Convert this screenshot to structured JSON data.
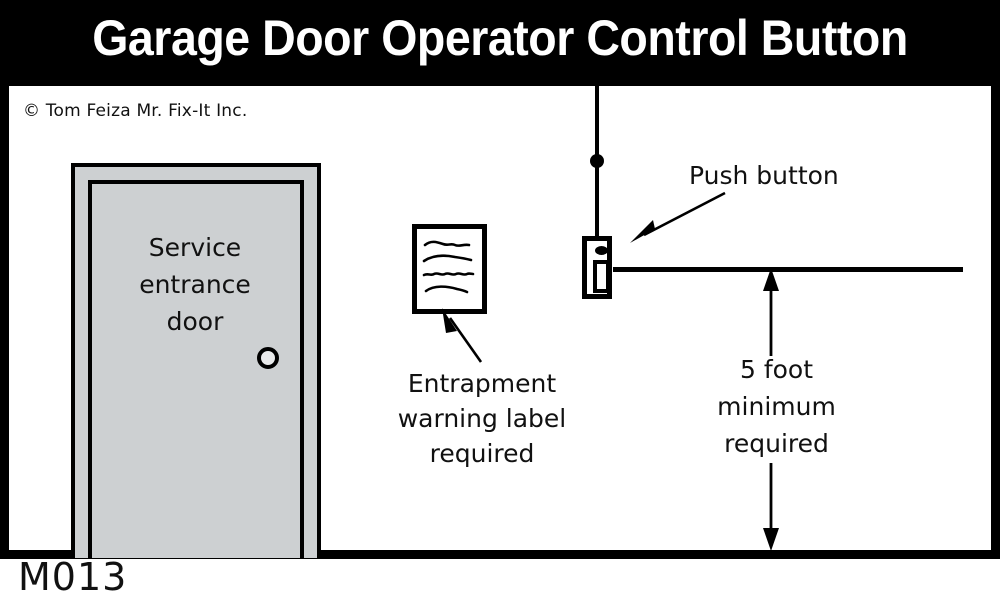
{
  "header": {
    "title": "Garage Door Operator Control Button",
    "background_color": "#000000",
    "text_color": "#ffffff"
  },
  "copyright": "© Tom Feiza Mr. Fix-It Inc.",
  "figure_code": "M013",
  "diagram": {
    "door": {
      "label_line1": "Service",
      "label_line2": "entrance",
      "label_line3": "door",
      "label_full": "Service entrance door",
      "fill_color": "#cdd0d2",
      "outline_color": "#000000",
      "knob_name": "doorknob"
    },
    "warning_label": {
      "callout_line1": "Entrapment",
      "callout_line2": "warning label",
      "callout_line3": "required",
      "callout_full": "Entrapment warning label required",
      "squiggle_count": 4
    },
    "push_button": {
      "callout": "Push button",
      "has_ceiling_wire": true
    },
    "dimension": {
      "line1": "5 foot",
      "line2": "minimum",
      "line3": "required",
      "full": "5 foot minimum required",
      "value": "5 foot",
      "qualifier": "minimum required",
      "arrow_type": "double-headed-vertical"
    },
    "wall_line_present": true
  }
}
